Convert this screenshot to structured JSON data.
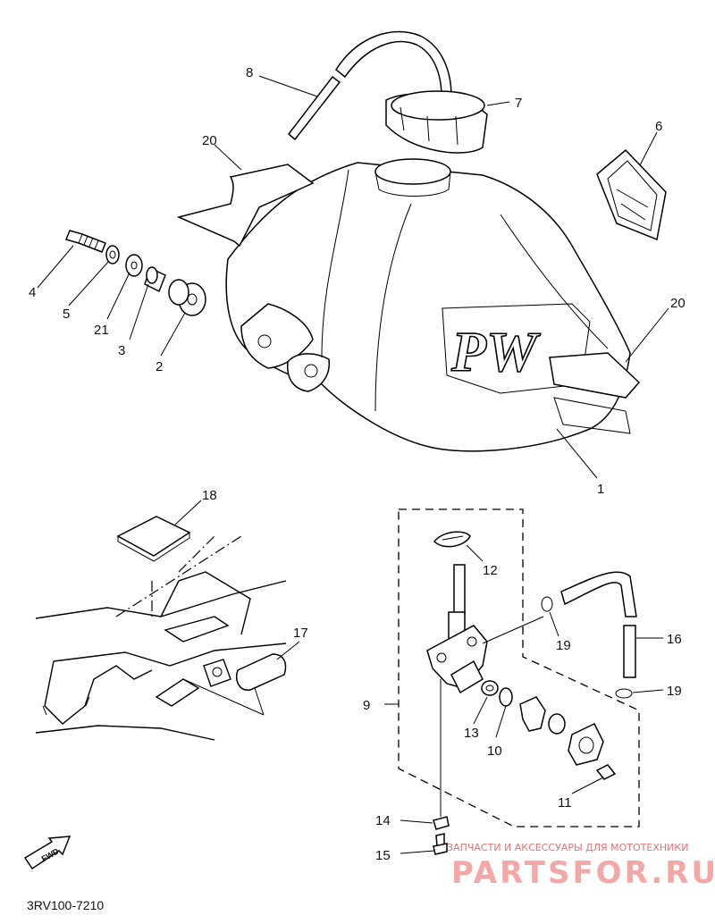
{
  "callouts": {
    "c1": "1",
    "c2": "2",
    "c3": "3",
    "c4": "4",
    "c5": "5",
    "c6": "6",
    "c7": "7",
    "c8": "8",
    "c9": "9",
    "c10": "10",
    "c11": "11",
    "c12": "12",
    "c13": "13",
    "c14": "14",
    "c15": "15",
    "c16": "16",
    "c17": "17",
    "c18": "18",
    "c19a": "19",
    "c19b": "19",
    "c20a": "20",
    "c20b": "20",
    "c21": "21"
  },
  "tank_logo": "PW",
  "fwd_label": "FWD",
  "diagram_code": "3RV100-7210",
  "watermark": {
    "line1": "ЗАПЧАСТИ И АКСЕССУАРЫ ДЛЯ МОТОТЕХНИКИ",
    "line2": "PARTSFOR.RU"
  }
}
